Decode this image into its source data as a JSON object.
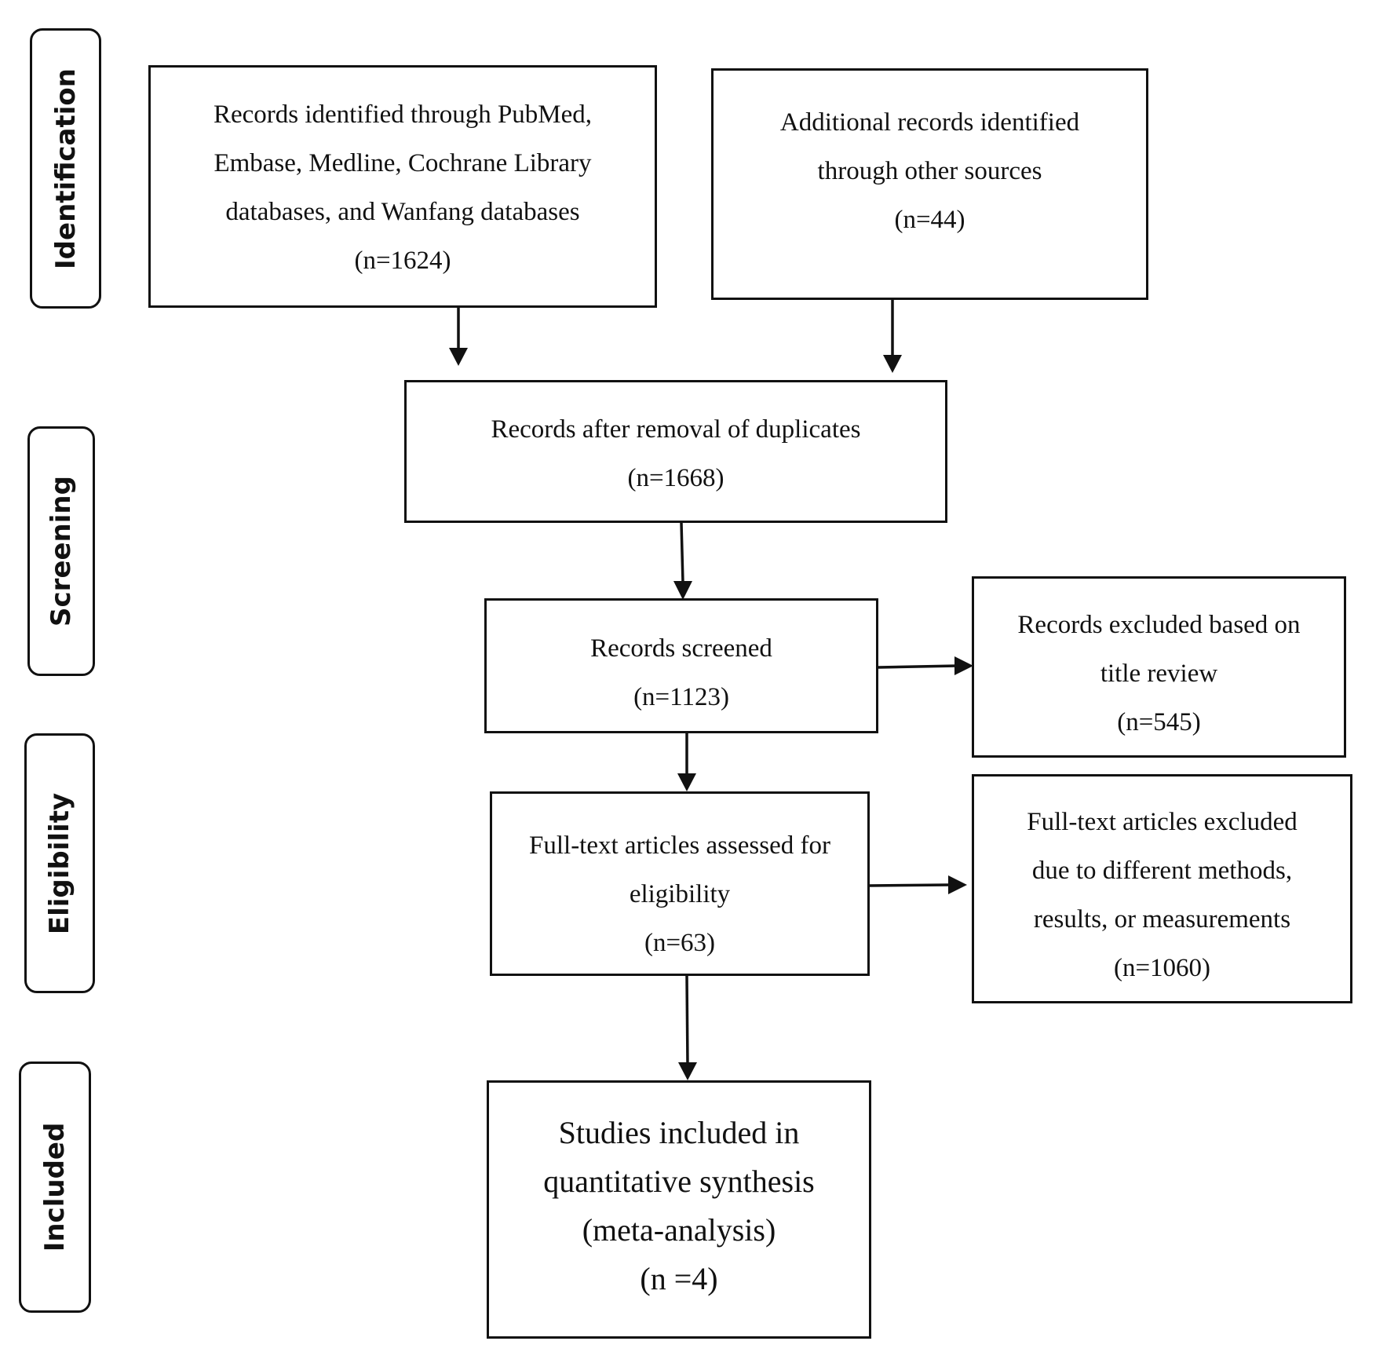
{
  "phases": {
    "identification": "Identification",
    "screening": "Screening",
    "eligibility": "Eligibility",
    "included": "Included"
  },
  "boxes": {
    "records_identified": {
      "lines": [
        "Records identified through PubMed,",
        "Embase, Medline, Cochrane Library",
        "databases, and Wanfang databases",
        "(n=1624)"
      ]
    },
    "additional_records": {
      "lines": [
        "Additional records identified",
        "through other sources",
        "(n=44)"
      ]
    },
    "after_duplicates": {
      "lines": [
        "Records after removal of duplicates",
        "(n=1668)"
      ]
    },
    "screened": {
      "lines": [
        "Records screened",
        "(n=1123)"
      ]
    },
    "excluded_title": {
      "lines": [
        "Records excluded based on",
        "title review",
        "(n=545)"
      ]
    },
    "fulltext_assessed": {
      "lines": [
        "Full-text articles assessed for",
        "eligibility",
        "(n=63)"
      ]
    },
    "fulltext_excluded": {
      "lines": [
        "Full-text articles excluded",
        "due to different methods,",
        "results, or measurements",
        "(n=1060)"
      ]
    },
    "included_studies": {
      "lines": [
        "Studies included in",
        "quantitative synthesis",
        "(meta-analysis)",
        "(n =4)"
      ]
    }
  }
}
